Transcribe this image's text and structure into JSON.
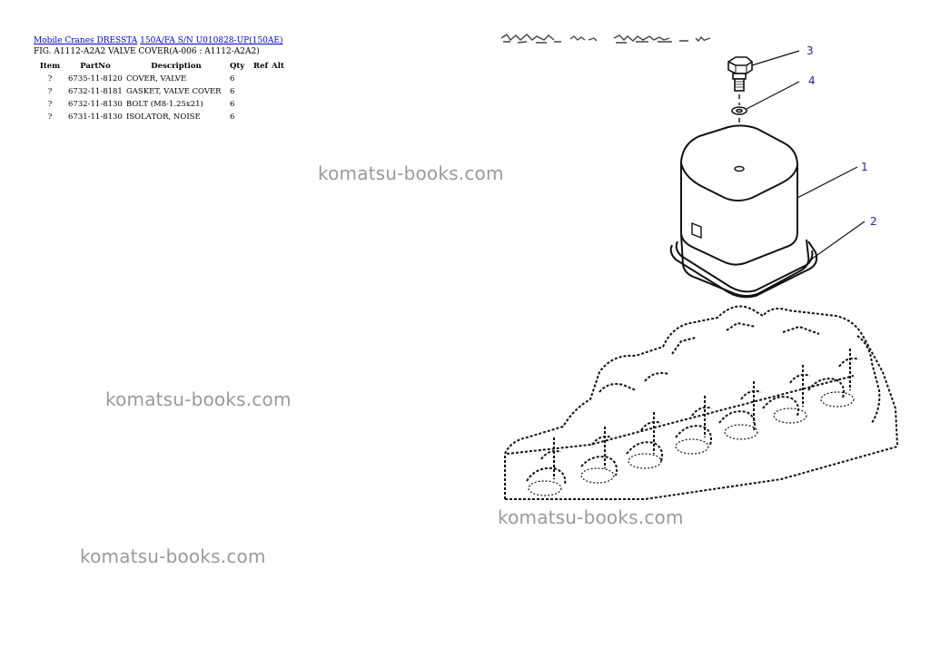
{
  "breadcrumb": {
    "link1": "Mobile Cranes DRESSTA",
    "link2": "150A/FA S/N U010828-UP(150AE)"
  },
  "figure_title": "FIG. A1112-A2A2 VALVE COVER(A-006 : A1112-A2A2)",
  "table": {
    "headers": {
      "item": "Item",
      "partno": "PartNo",
      "description": "Description",
      "qty": "Qty",
      "ref": "Ref",
      "alt": "Alt"
    },
    "rows": [
      {
        "item": "?",
        "partno": "6735-11-8120",
        "description": "COVER, VALVE",
        "qty": "6"
      },
      {
        "item": "?",
        "partno": "6732-11-8181",
        "description": "GASKET, VALVE COVER",
        "qty": "6"
      },
      {
        "item": "?",
        "partno": "6732-11-8130",
        "description": "BOLT (M8-1.25x21)",
        "qty": "6"
      },
      {
        "item": "?",
        "partno": "6731-11-8130",
        "description": "ISOLATOR, NOISE",
        "qty": "6"
      }
    ]
  },
  "watermark": "komatsu-books.com",
  "diagram": {
    "callouts": [
      "1",
      "2",
      "3",
      "4"
    ]
  }
}
